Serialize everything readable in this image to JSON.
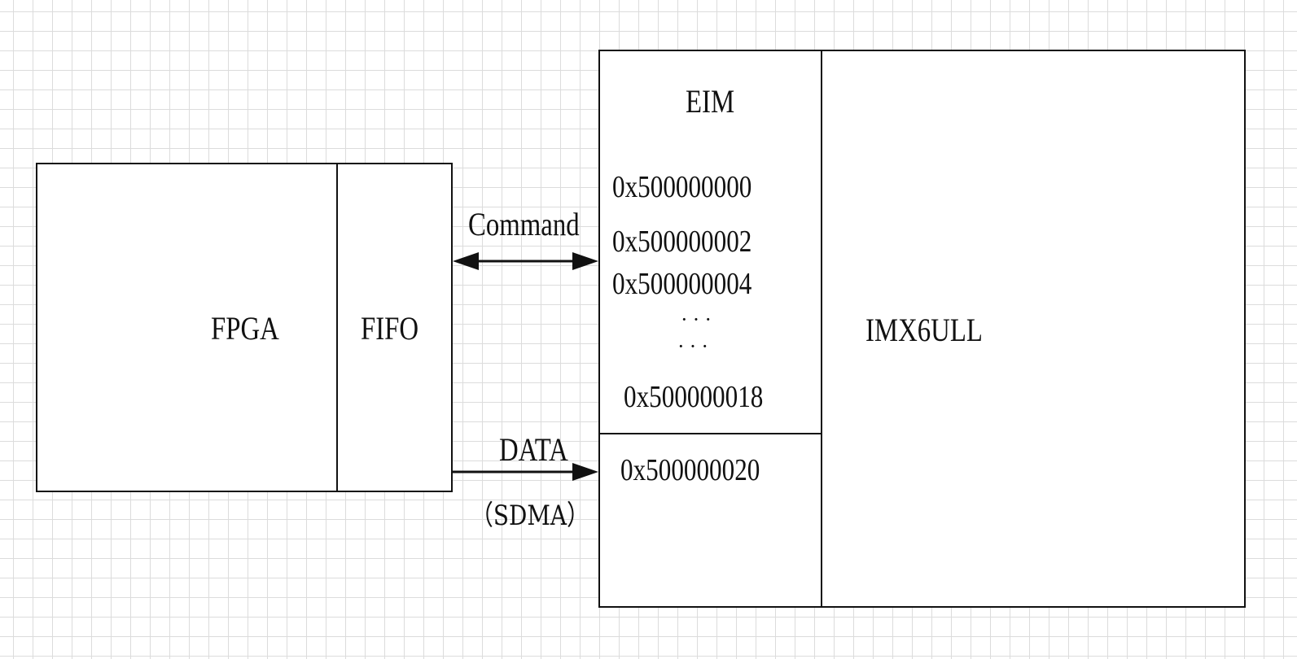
{
  "diagram": {
    "blocks": {
      "fpga": {
        "label": "FPGA"
      },
      "fifo": {
        "label": "FIFO"
      },
      "eim": {
        "label": "EIM",
        "addresses": [
          "0x500000000",
          "0x500000002",
          "0x500000004"
        ],
        "ellipsis": [
          "···",
          "···"
        ],
        "last_command_address": "0x500000018",
        "data_address": "0x500000020"
      },
      "imx": {
        "label": "IMX6ULL"
      }
    },
    "connections": [
      {
        "id": "command",
        "label": "Command",
        "direction": "bidirectional",
        "from": "FIFO",
        "to": "EIM"
      },
      {
        "id": "data",
        "label": "DATA",
        "sublabel": "（SDMA）",
        "direction": "FIFO→EIM",
        "from": "FIFO",
        "to": "EIM"
      }
    ]
  }
}
